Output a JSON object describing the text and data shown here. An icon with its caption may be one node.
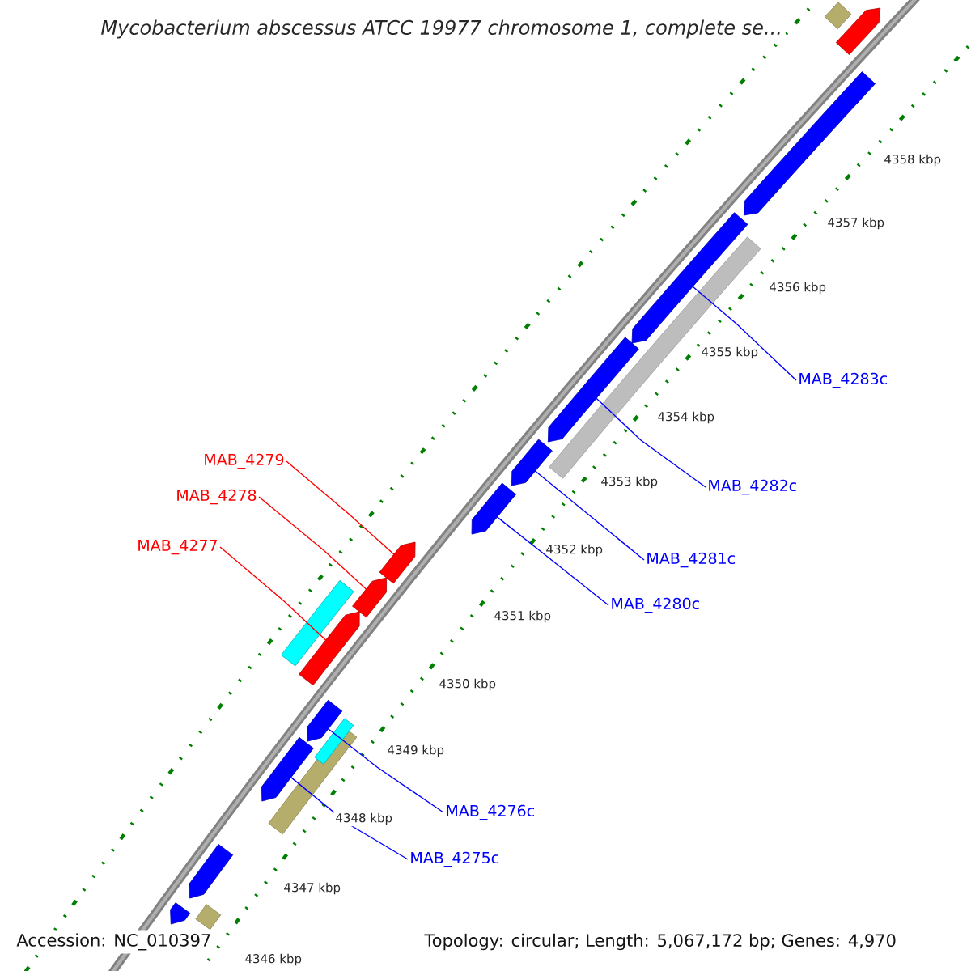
{
  "diagram": {
    "title": "Mycobacterium abscessus ATCC 19977 chromosome 1, complete se...",
    "nodes": [
      {
        "text": [
          "MAB_4283c"
        ]
      },
      {
        "text": [
          "MAB_4282c"
        ]
      },
      {
        "text": [
          "MAB_4279"
        ]
      },
      {
        "text": [
          "MAB_4278"
        ]
      },
      {
        "text": [
          "MAB_4281c"
        ]
      },
      {
        "text": [
          "MAB_4277"
        ]
      },
      {
        "text": [
          "MAB_4280c"
        ]
      },
      {
        "text": [
          "MAB_4276c"
        ]
      },
      {
        "text": [
          "MAB_4275c"
        ]
      },
      {
        "text": [],
        "shape": "bar"
      },
      {
        "text": [],
        "shape": "arrow"
      },
      {
        "text": [],
        "shape": "arrow"
      },
      {
        "text": [],
        "shape": "arrow"
      },
      {
        "text": [],
        "shape": "bar"
      },
      {
        "text": [],
        "shape": "arrow"
      },
      {
        "text": [],
        "shape": "arrow"
      },
      {
        "text": [],
        "shape": "arrow"
      },
      {
        "text": [],
        "shape": "arrow"
      },
      {
        "text": [],
        "shape": "arrow"
      },
      {
        "text": [],
        "shape": "bar"
      },
      {
        "text": [],
        "shape": "arrow"
      },
      {
        "text": [],
        "shape": "arrow"
      },
      {
        "text": [],
        "shape": "bar"
      },
      {
        "text": [],
        "shape": "bar"
      },
      {
        "text": [],
        "shape": "arrow"
      },
      {
        "text": [],
        "shape": "arrow"
      },
      {
        "text": [],
        "shape": "arrow"
      },
      {
        "text": [],
        "shape": "bar"
      }
    ],
    "edges": [
      {
        "from": 0,
        "to": 12,
        "arrow": "none"
      },
      {
        "from": 1,
        "to": 14,
        "arrow": "none"
      },
      {
        "from": 2,
        "to": 17,
        "arrow": "none",
        "color": "#ff0000"
      },
      {
        "from": 3,
        "to": 18,
        "arrow": "none",
        "color": "#ff0000"
      },
      {
        "from": 4,
        "to": 15,
        "arrow": "none"
      },
      {
        "from": 5,
        "to": 20,
        "arrow": "none",
        "color": "#ff0000"
      },
      {
        "from": 6,
        "to": 16,
        "arrow": "none"
      },
      {
        "from": 7,
        "to": 21,
        "arrow": "none"
      },
      {
        "from": 8,
        "to": 24,
        "arrow": "none"
      }
    ],
    "labels": [
      "4358 kbp",
      "4357 kbp",
      "4356 kbp",
      "4355 kbp",
      "4354 kbp",
      "4353 kbp",
      "4352 kbp",
      "4351 kbp",
      "4350 kbp",
      "4349 kbp",
      "4348 kbp",
      "4347 kbp",
      "Accession: NC_010397",
      "Topology: circular; Length: 5,067,172 bp; Genes: 4,970",
      "4346 kbp"
    ]
  }
}
